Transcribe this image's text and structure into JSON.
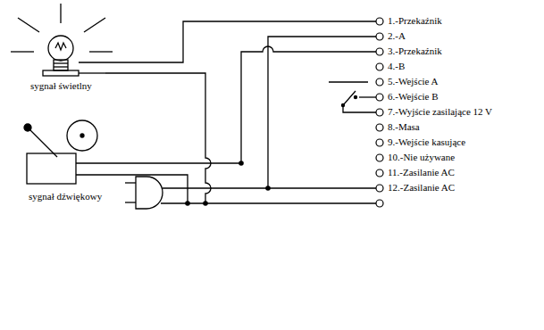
{
  "diagram": {
    "labels": [
      "1.-Przekaźnik",
      "2.-A",
      "3.-Przekaźnik",
      "4.-B",
      "5.-Wejście A",
      "6.-Wejście B",
      "7.-Wyjście zasilające 12 V",
      "8.-Masa",
      "9.-Wejście kasujące",
      "10.-Nie używane",
      "11.-Zasilanie AC",
      "12.-Zasilanie AC",
      "sygnał świetlny",
      "sygnał dźwiękowy"
    ]
  }
}
